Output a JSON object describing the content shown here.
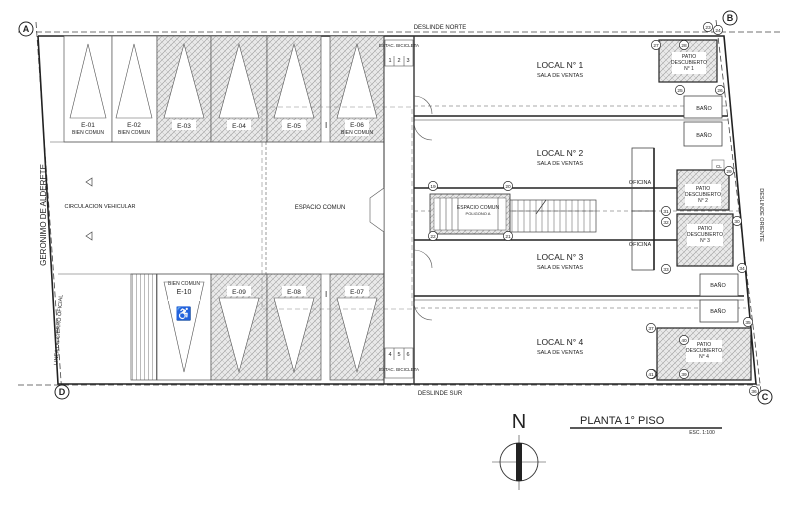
{
  "title": "PLANTA  1° PISO",
  "scale": "ESC. 1:100",
  "north": "N",
  "boundaries": {
    "north": "DESLINDE NORTE",
    "south": "DESLINDE SUR",
    "east": "DESLINDE ORIENTE",
    "street": "GERONIMO DE ALDERETE",
    "official_line": "LINEA DE CIERRO OFICIAL"
  },
  "corners": [
    "A",
    "B",
    "C",
    "D"
  ],
  "parking_top": [
    {
      "id": "E-01",
      "sub": "BIEN COMUN"
    },
    {
      "id": "E-02",
      "sub": "BIEN COMUN"
    },
    {
      "id": "E-03",
      "sub": ""
    },
    {
      "id": "E-04",
      "sub": ""
    },
    {
      "id": "E-05",
      "sub": ""
    },
    {
      "id": "E-06",
      "sub": "BIEN COMUN"
    }
  ],
  "parking_bottom": [
    {
      "id": "E-10",
      "sub": "BIEN COMUN"
    },
    {
      "id": "E-09",
      "sub": ""
    },
    {
      "id": "E-08",
      "sub": ""
    },
    {
      "id": "E-07",
      "sub": ""
    }
  ],
  "bike_top": {
    "label": "ESTAC. BICICLETA",
    "nums": [
      "1",
      "2",
      "3"
    ]
  },
  "bike_bottom": {
    "label": "ESTAC. BICICLETA",
    "nums": [
      "4",
      "5",
      "6"
    ]
  },
  "circulation": "CIRCULACION VEHICULAR",
  "common_space": "ESPACIO COMUN",
  "common_space_poly": "ESPACIO COMUN POLIGONO A",
  "locals": [
    {
      "name": "LOCAL N° 1",
      "sub": "SALA DE VENTAS"
    },
    {
      "name": "LOCAL N° 2",
      "sub": "SALA DE VENTAS"
    },
    {
      "name": "LOCAL N° 3",
      "sub": "SALA DE VENTAS"
    },
    {
      "name": "LOCAL N° 4",
      "sub": "SALA DE VENTAS"
    }
  ],
  "patios": [
    {
      "l1": "PATIO",
      "l2": "DESCUBIERTO",
      "l3": "N° 1"
    },
    {
      "l1": "PATIO",
      "l2": "DESCUBIERTO",
      "l3": "N° 2"
    },
    {
      "l1": "PATIO",
      "l2": "DESCUBIERTO",
      "l3": "N° 3"
    },
    {
      "l1": "PATIO",
      "l2": "DESCUBIERTO",
      "l3": "N° 4"
    }
  ],
  "banos": [
    "BAÑO",
    "BAÑO",
    "BAÑO",
    "BAÑO"
  ],
  "oficinas": [
    "OFICINA",
    "OFICINA"
  ],
  "cl": "CL",
  "points": [
    "19",
    "20",
    "21",
    "22",
    "23",
    "24",
    "25",
    "26",
    "27",
    "28",
    "29",
    "30",
    "31",
    "32",
    "33",
    "34",
    "35",
    "36",
    "37",
    "38",
    "39",
    "40",
    "41"
  ]
}
